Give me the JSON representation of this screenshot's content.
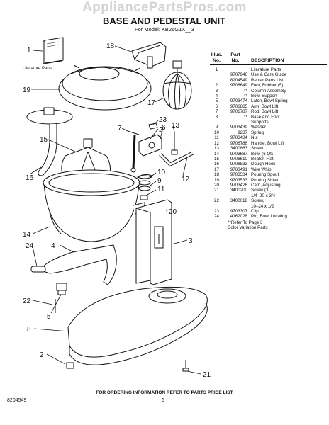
{
  "watermark": "AppliancePartsPros.com",
  "title": "BASE AND PEDESTAL UNIT",
  "model": "For Model: KB26G1X__3",
  "literature_label": "Literature Parts",
  "callouts": [
    "1",
    "18",
    "19",
    "17",
    "23",
    "2",
    "7",
    "6",
    "13",
    "15",
    "16",
    "12",
    "10",
    "9",
    "11",
    "20",
    "14",
    "3",
    "4",
    "24",
    "5",
    "22",
    "8",
    "2",
    "21"
  ],
  "legend": {
    "headers": {
      "illus_top": "Illus.",
      "illus_bottom": "No.",
      "part_top": "Part",
      "part_bottom": "No.",
      "description": "DESCRIPTION"
    },
    "rows": [
      {
        "no": "1",
        "part": "",
        "desc": "Literature Parts"
      },
      {
        "no": "",
        "part": "9707946",
        "desc": "Use & Care Guide"
      },
      {
        "no": "",
        "part": "8204549",
        "desc": "Repair Parts List"
      },
      {
        "no": "2",
        "part": "9708649",
        "desc": "Foot, Rubber (5)"
      },
      {
        "no": "3",
        "part": "**",
        "desc": "Column Assembly"
      },
      {
        "no": "4",
        "part": "**",
        "desc": "Bowl Support"
      },
      {
        "no": "5",
        "part": "9703474",
        "desc": "Latch, Bowl Spring"
      },
      {
        "no": "6",
        "part": "9706885",
        "desc": "Arm, Bowl Lift"
      },
      {
        "no": "7",
        "part": "9706787",
        "desc": "Rod, Bowl Lift"
      },
      {
        "no": "8",
        "part": "**",
        "desc": "Base And Foot"
      },
      {
        "no": "",
        "part": "",
        "desc": "Supports"
      },
      {
        "no": "9",
        "part": "9703439",
        "desc": "Washer"
      },
      {
        "no": "10",
        "part": "9237",
        "desc": "Spring"
      },
      {
        "no": "11",
        "part": "9703434",
        "desc": "Nut"
      },
      {
        "no": "12",
        "part": "9706788",
        "desc": "Handle, Bowl Lift"
      },
      {
        "no": "13",
        "part": "3400863",
        "desc": "Screw"
      },
      {
        "no": "14",
        "part": "9703687",
        "desc": "Bowl (6 Qt)"
      },
      {
        "no": "15",
        "part": "9708610",
        "desc": "Beater, Flat"
      },
      {
        "no": "16",
        "part": "9708833",
        "desc": "Dough Hook"
      },
      {
        "no": "17",
        "part": "9703491",
        "desc": "Wire Whip"
      },
      {
        "no": "18",
        "part": "9703534",
        "desc": "Pouring Spout"
      },
      {
        "no": "19",
        "part": "9703533",
        "desc": "Pouring Shield"
      },
      {
        "no": "20",
        "part": "9703426",
        "desc": "Cam, Adjusting"
      },
      {
        "no": "21",
        "part": "3400200",
        "desc": "Screw (3),"
      },
      {
        "no": "",
        "part": "",
        "desc": "1/4–20 x 3/4"
      },
      {
        "no": "22",
        "part": "3400018",
        "desc": "Screw,"
      },
      {
        "no": "",
        "part": "",
        "desc": "10–24 x 1/2"
      },
      {
        "no": "23",
        "part": "9703307",
        "desc": "Clip"
      },
      {
        "no": "24",
        "part": "4162028",
        "desc": "Pin, Bowl Locating"
      }
    ],
    "note_line1": "**Refer To Page 3",
    "note_line2": "Color Variation Parts"
  },
  "footer": "FOR ORDERING INFORMATION REFER TO PARTS PRICE LIST",
  "doc_number": "8204549",
  "page_number": "6"
}
